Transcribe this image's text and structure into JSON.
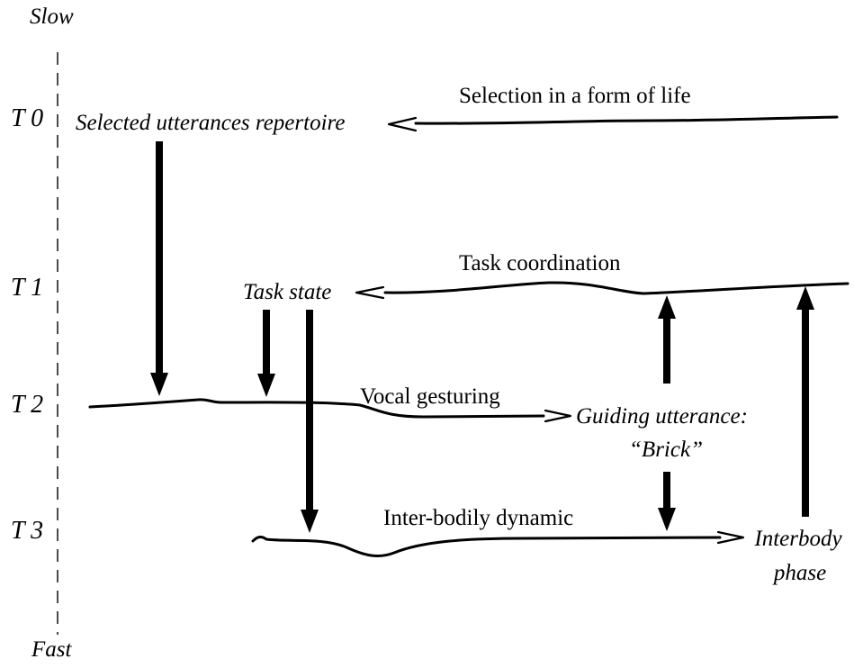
{
  "axis": {
    "top_label": "Slow",
    "bottom_label": "Fast",
    "levels": [
      "T 0",
      "T 1",
      "T 2",
      "T 3"
    ]
  },
  "processes": {
    "selection": "Selection in a form of life",
    "task_coordination": "Task coordination",
    "vocal_gesturing": "Vocal gesturing",
    "inter_bodily": "Inter-bodily dynamic"
  },
  "outcomes": {
    "repertoire": "Selected utterances repertoire",
    "task_state": "Task state",
    "guiding_utterance_line1": "Guiding utterance:",
    "guiding_utterance_line2": "“Brick”",
    "interbody_line1": "Interbody",
    "interbody_line2": "phase"
  }
}
